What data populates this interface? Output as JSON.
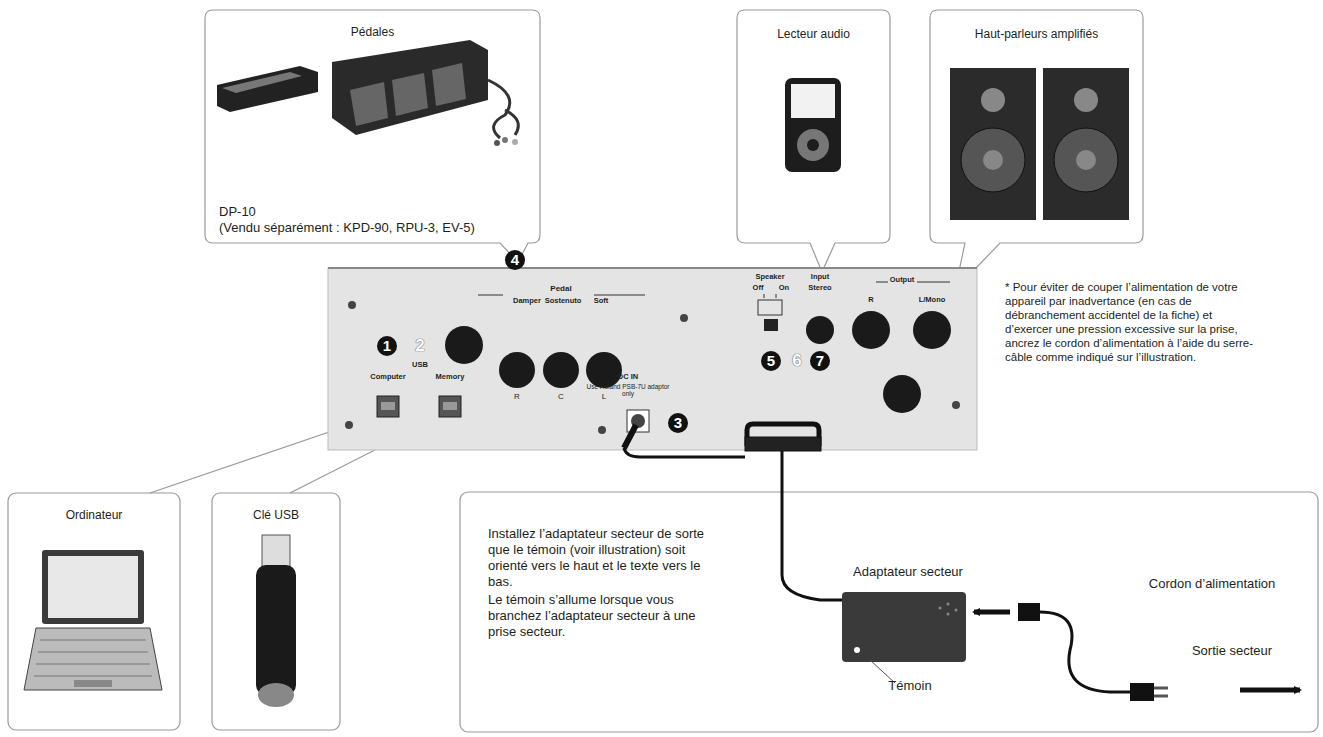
{
  "diagram": {
    "nodes": [
      {
        "text": [
          "Pédales",
          "DP-10",
          "(Vendu séparément : KPD-90, RPU-3, EV-5)"
        ]
      },
      {
        "text": [
          "Lecteur audio"
        ]
      },
      {
        "text": [
          "Haut-parleurs amplifiés"
        ]
      },
      {
        "text": [
          "Ordinateur"
        ]
      },
      {
        "text": [
          "Clé USB"
        ]
      },
      {
        "text": [
          "Installez l’adaptateur secteur de sorte que le témoin (voir illustration) soit orienté vers le haut et le texte vers le bas.",
          "Le témoin s’allume lorsque vous branchez l’adaptateur secteur à une prise secteur."
        ]
      }
    ],
    "labels": [
      "Pedal",
      "Damper",
      "Sostenuto",
      "Soft",
      "R",
      "C",
      "L",
      "USB",
      "Computer",
      "Memory",
      "DC IN",
      "Use Roland PSB-7U adaptor only",
      "Speaker",
      "Off",
      "On",
      "Input",
      "Stereo",
      "Output",
      "R",
      "L/Mono",
      "4",
      "1",
      "2",
      "3",
      "5",
      "6",
      "7",
      "Adaptateur secteur",
      "Témoin",
      "Cordon d’alimentation",
      "Sortie secteur",
      "* Pour éviter de couper l’alimentation de votre appareil par inadvertance (en cas de débranchement accidentel de la fiche) et d’exercer une pression excessive sur la prise, ancrez le cordon d’alimentation à l’aide du serre-câble comme indiqué sur l’illustration."
    ]
  }
}
